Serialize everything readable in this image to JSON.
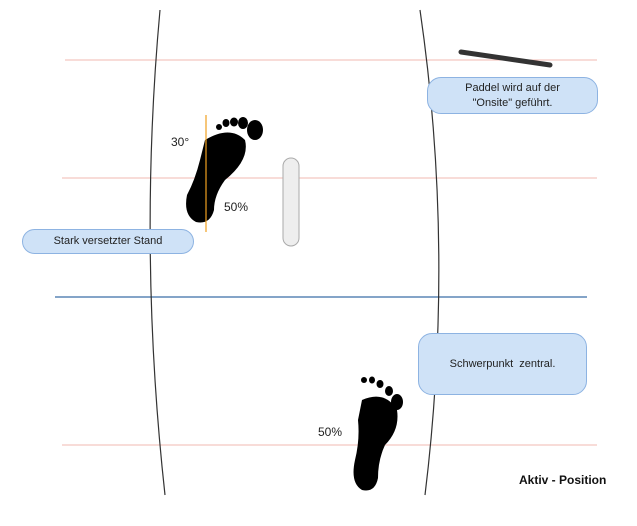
{
  "labels": {
    "angle": "30°",
    "front_weight": "50%",
    "back_weight": "50%",
    "title": "Aktiv - Position"
  },
  "callouts": {
    "stance": "Stark versetzter Stand",
    "paddle": "Paddel wird auf der \"Onsite\" geführt.",
    "center": "Schwerpunkt  zentral."
  },
  "colors": {
    "guide_lines": "#f0b8b0",
    "center_line": "#3a6ea8",
    "angle_line": "#f0a020",
    "callout_fill": "#cfe2f7"
  }
}
